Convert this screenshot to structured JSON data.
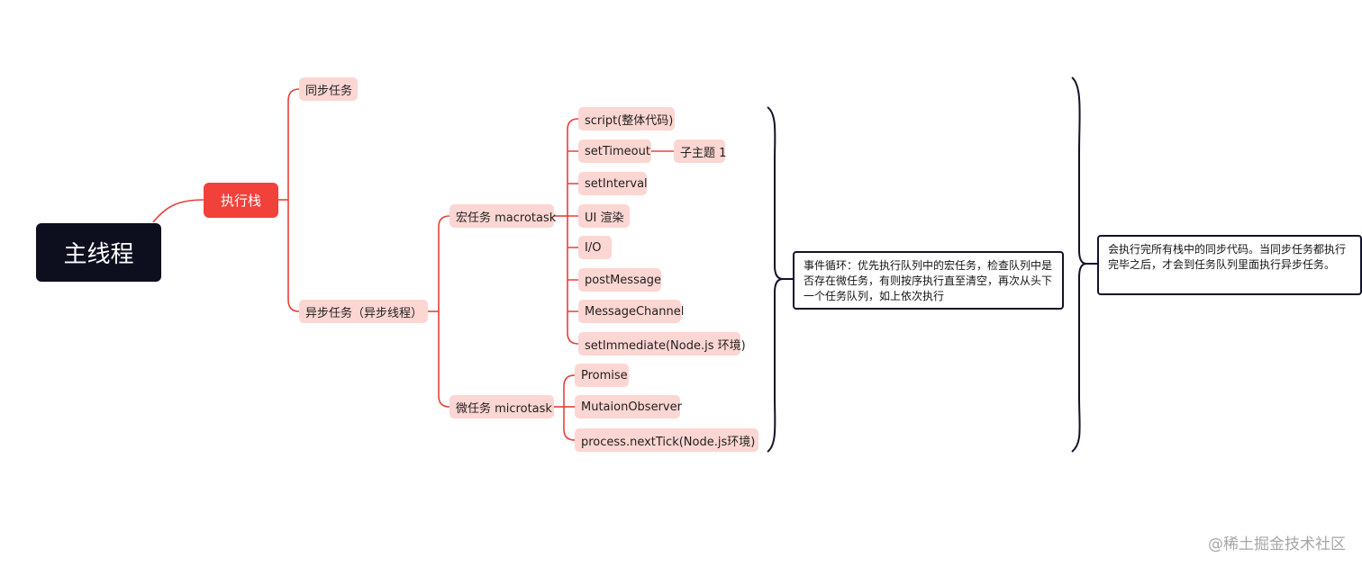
{
  "diagram": {
    "root": "主线程",
    "main_topic": "执行栈",
    "sync_task": "同步任务",
    "async_task": "异步任务（异步线程）",
    "macrotask": {
      "label": "宏任务 macrotask",
      "items": [
        "script(整体代码)",
        "setTimeout",
        "setInterval",
        "UI 渲染",
        "I/O",
        "postMessage",
        "MessageChannel",
        "setImmediate(Node.js 环境)"
      ],
      "settimeout_child": "子主题 1"
    },
    "microtask": {
      "label": "微任务 microtask",
      "items": [
        "Promise",
        "MutaionObserver",
        "process.nextTick(Node.js环境)"
      ]
    },
    "event_loop_note": "事件循环：优先执行队列中的宏任务，检查队列中是否存在微任务，有则按序执行直至清空，再次从头下一个任务队列，如上依次执行",
    "summary_note": "会执行完所有栈中的同步代码。当同步任务都执行完毕之后，才会到任务队列里面执行异步任务。"
  },
  "watermark": "@稀土掘金技术社区",
  "colors": {
    "root_bg": "#0d0f1f",
    "main_bg": "#f2403a",
    "sub_bg": "#fcd6d2",
    "connector": "#e8403a",
    "bracket": "#12122a"
  }
}
